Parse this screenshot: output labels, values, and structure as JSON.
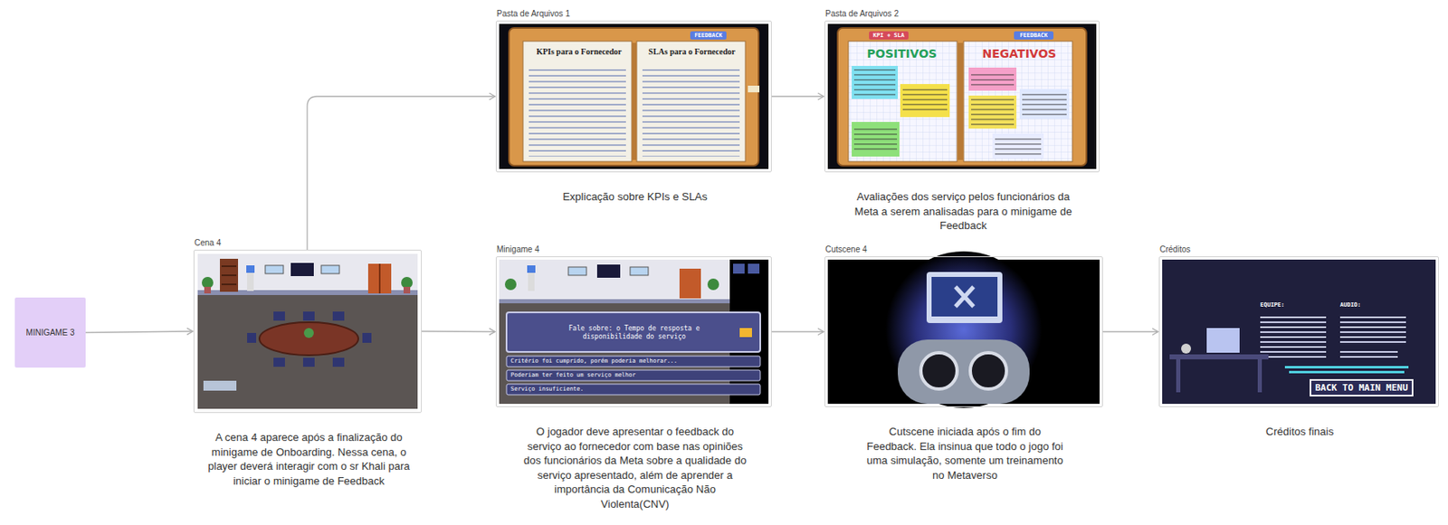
{
  "diagram": {
    "nodes": [
      {
        "text": [
          "MINIGAME 3"
        ]
      },
      {
        "text": [
          "Cena 4",
          "A cena 4 aparece após a finalização do minigame de Onboarding. Nessa cena, o player deverá interagir com o sr Khali para iniciar o minigame de Feedback"
        ]
      },
      {
        "text": [
          "Pasta de Arquivos 1",
          "Explicação sobre KPIs e SLAs"
        ]
      },
      {
        "text": [
          "Pasta de Arquivos 2",
          "Avaliações dos serviço pelos funcionários da Meta a serem analisadas para o minigame de Feedback"
        ]
      },
      {
        "text": [
          "Minigame 4",
          "O jogador deve apresentar o feedback do serviço ao fornecedor com base nas opiniões dos funcionários da Meta sobre a qualidade do serviço apresentado, além de aprender a importância da Comunicação Não Violenta(CNV)"
        ]
      },
      {
        "text": [
          "Cutscene 4",
          "Cutscene iniciada após o fim do Feedback. Ela insinua que todo o jogo foi uma simulação, somente um treinamento no Metaverso"
        ]
      },
      {
        "text": [
          "Créditos",
          "Créditos finais"
        ]
      }
    ],
    "edges": [
      {
        "from": 0,
        "to": 1,
        "arrow": "to"
      },
      {
        "from": 1,
        "to": 2,
        "arrow": "to"
      },
      {
        "from": 2,
        "to": 3,
        "arrow": "to"
      },
      {
        "from": 1,
        "to": 4,
        "arrow": "to"
      },
      {
        "from": 4,
        "to": 5,
        "arrow": "to"
      },
      {
        "from": 5,
        "to": 6,
        "arrow": "to"
      }
    ],
    "labels": [
      "KPIs para o Fornecedor",
      "SLAs para o Fornecedor",
      "FEEDBACK",
      "KPI + SLA",
      "FEEDBACK",
      "POSITIVOS",
      "NEGATIVOS",
      "Fale sobre: o Tempo de resposta e disponibilidade do serviço",
      "Critério foi cumprido, porém poderia melhorar...",
      "Poderiam ter feito um serviço melhor",
      "Serviço insuficiente.",
      "EQUIPE:",
      "AUDIO:",
      "BACK TO MAIN MENU"
    ]
  }
}
